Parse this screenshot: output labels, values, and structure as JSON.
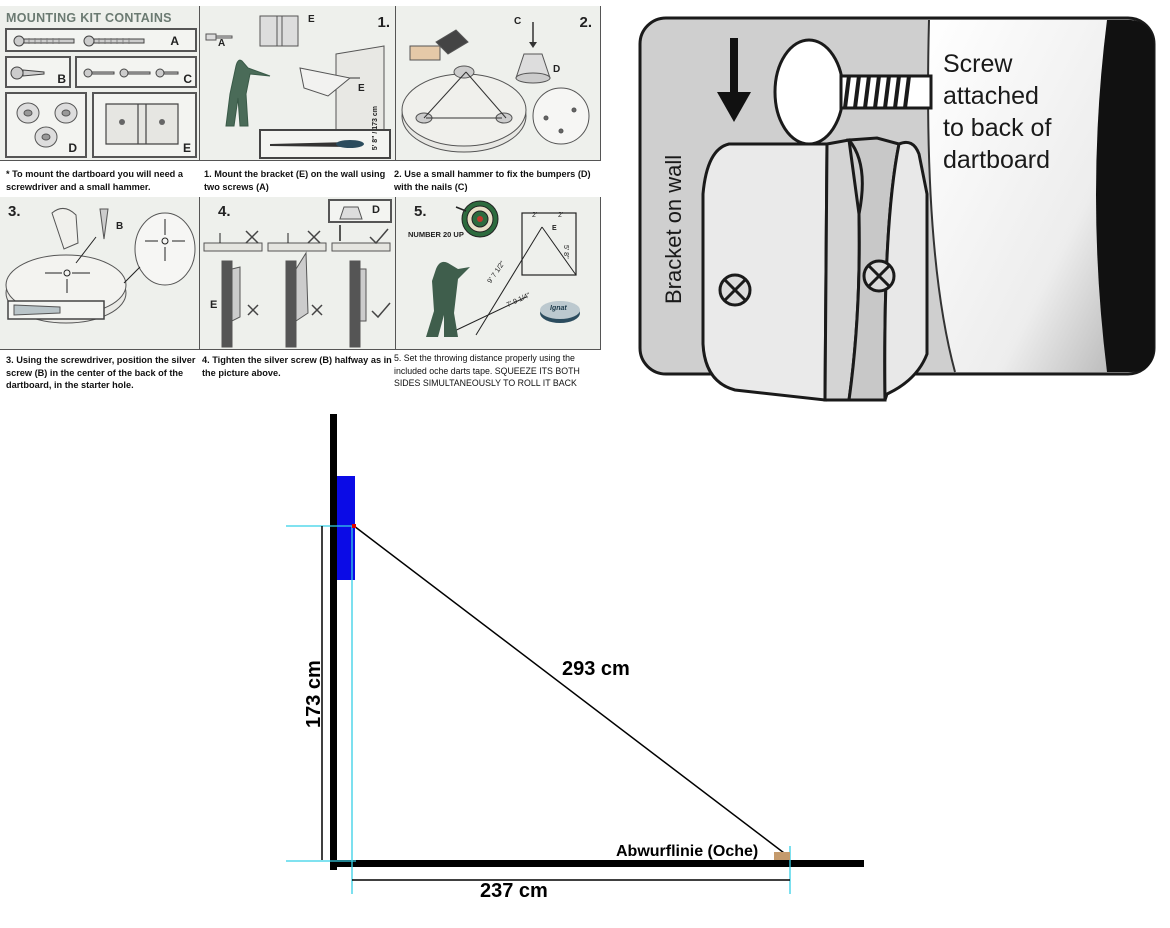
{
  "kit": {
    "title": "MOUNTING KIT CONTAINS",
    "labels": [
      "A",
      "B",
      "C",
      "D",
      "E"
    ]
  },
  "steps": {
    "s1": "1.",
    "s2": "2.",
    "s3": "3.",
    "s4": "4.",
    "s5": "5."
  },
  "panel_labels": {
    "p1_a": "A",
    "p1_e_top": "E",
    "p1_e_mid": "E",
    "p1_height": "5' 8\" / 173 cm",
    "p2_c": "C",
    "p2_d": "D",
    "p3_b": "B",
    "p4_d": "D",
    "p4_e": "E",
    "p5_number": "NUMBER 20 UP",
    "p5_dim1": "2'",
    "p5_dim2": "2'",
    "p5_dim3": "5' 8\"",
    "p5_dim4": "9' 7 1/2\"",
    "p5_dim5": "7' 9 1/4\"",
    "p5_e": "E",
    "p5_brand": "Ignat"
  },
  "captions": {
    "c0": "* To mount the dartboard you will need a screwdriver and a small hammer.",
    "c1": "1. Mount the bracket (E) on the wall using two screws (A)",
    "c2": "2. Use a small hammer to fix the bumpers (D) with the nails (C)",
    "c3": "3. Using the screwdriver, position the silver screw (B) in the center of the back of the dartboard, in the starter hole.",
    "c4": "4. Tighten the silver screw (B) halfway as in the picture above.",
    "c5": "5. Set the throwing distance properly using the included oche darts tape. SQUEEZE ITS BOTH SIDES SIMULTANEOUSLY TO ROLL IT BACK"
  },
  "bracket": {
    "screw_label": [
      "Screw",
      "attached",
      "to back of",
      "dartboard"
    ],
    "wall_label": "Bracket on wall"
  },
  "throw": {
    "height": "173 cm",
    "diagonal": "293 cm",
    "distance": "237 cm",
    "oche": "Abwurflinie (Oche)",
    "colors": {
      "board": "#0b0be6",
      "guide": "#35d0e6",
      "oche_mark": "#c49a6c",
      "bullseye": "#e00000"
    }
  }
}
